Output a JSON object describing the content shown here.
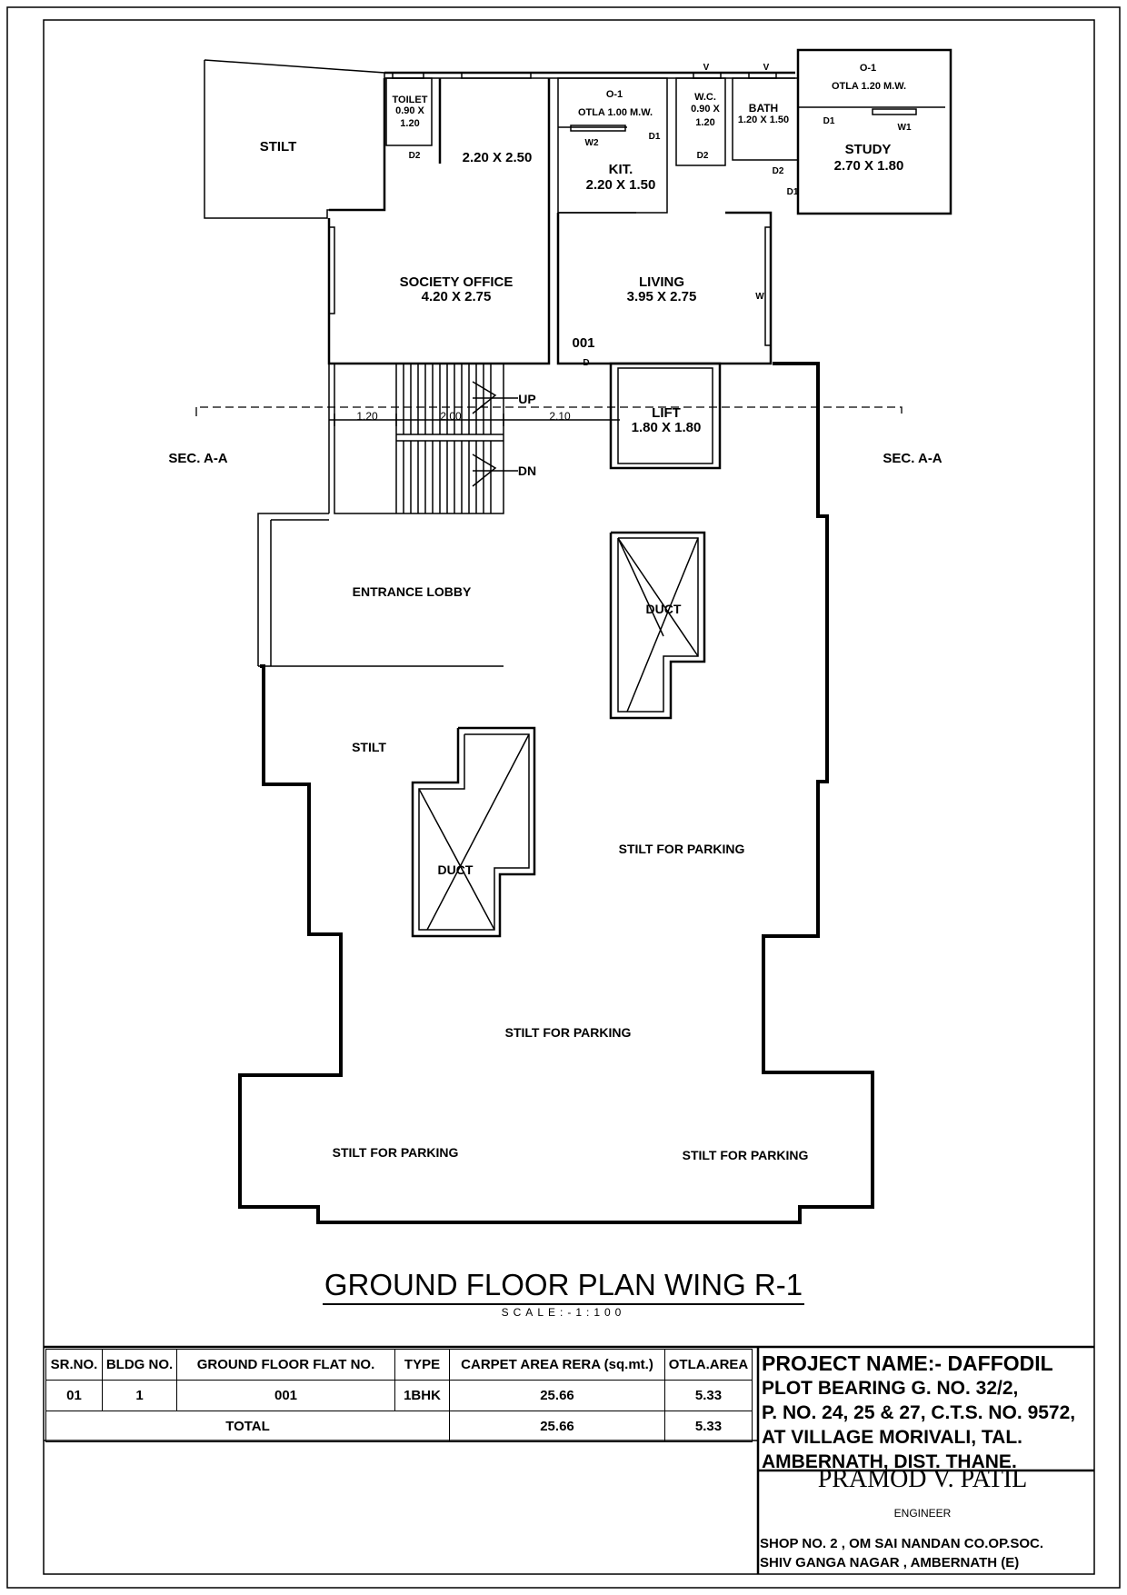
{
  "plan": {
    "rooms": {
      "stilt_top": "STILT",
      "toilet": "TOILET",
      "toilet_dim_a": "0.90 X",
      "toilet_dim_b": "1.20",
      "room_dim": "2.20 X 2.50",
      "otla1_title": "O-1",
      "otla1_desc": "OTLA 1.00 M.W.",
      "wc": "W.C.",
      "wc_dim_a": "0.90 X",
      "wc_dim_b": "1.20",
      "bath": "BATH",
      "bath_dim": "1.20 X 1.50",
      "otla2_title": "O-1",
      "otla2_desc": "OTLA 1.20 M.W.",
      "kit": "KIT.",
      "kit_dim": "2.20 X 1.50",
      "study": "STUDY",
      "study_dim": "2.70 X 1.80",
      "society": "SOCIETY OFFICE",
      "society_dim": "4.20 X 2.75",
      "living": "LIVING",
      "living_dim": "3.95 X 2.75",
      "flat_no": "001",
      "lift": "LIFT",
      "lift_dim": "1.80 X 1.80",
      "entrance": "ENTRANCE LOBBY",
      "duct1": "DUCT",
      "duct2": "DUCT",
      "stilt_mid": "STILT",
      "parking1": "STILT FOR PARKING",
      "parking2": "STILT FOR PARKING",
      "parking3": "STILT FOR PARKING",
      "parking4": "STILT FOR PARKING"
    },
    "markers": {
      "d2_toilet": "D2",
      "w2": "W2",
      "d1_kit": "D1",
      "d2_wc": "D2",
      "d2_bath": "D2",
      "d1_study_top": "D1",
      "w1": "W1",
      "d1_study": "D1",
      "v1": "V",
      "v2": "V",
      "w_living": "W",
      "d_main": "D"
    },
    "stairs": {
      "up": "UP",
      "dn": "DN",
      "dim1": "1.20",
      "dim2": "2.00",
      "dim3": "2.10"
    },
    "section_left": "SEC. A-A",
    "section_right": "SEC. A-A"
  },
  "title": "GROUND FLOOR PLAN WING R-1",
  "scale": "SCALE:-1:100",
  "schedule": {
    "headers": [
      "SR.NO.",
      "BLDG NO.",
      "GROUND FLOOR FLAT NO.",
      "TYPE",
      "CARPET AREA RERA (sq.mt.)",
      "OTLA.AREA"
    ],
    "rows": [
      [
        "01",
        "1",
        "001",
        "1BHK",
        "25.66",
        "5.33"
      ]
    ],
    "total_label": "TOTAL",
    "total_carpet": "25.66",
    "total_otla": "5.33"
  },
  "project": {
    "name": "PROJECT NAME:- DAFFODIL",
    "line1": "PLOT BEARING G. NO. 32/2,",
    "line2": "P. NO. 24, 25 & 27, C.T.S. NO. 9572,",
    "line3": "AT VILLAGE MORIVALI, TAL.",
    "line4": "AMBERNATH, DIST. THANE."
  },
  "engineer": {
    "name": "PRAMOD V. PATIL",
    "role": "ENGINEER",
    "address1": "SHOP NO. 2 , OM SAI NANDAN CO.OP.SOC.",
    "address2": "SHIV GANGA NAGAR , AMBERNATH (E)"
  }
}
